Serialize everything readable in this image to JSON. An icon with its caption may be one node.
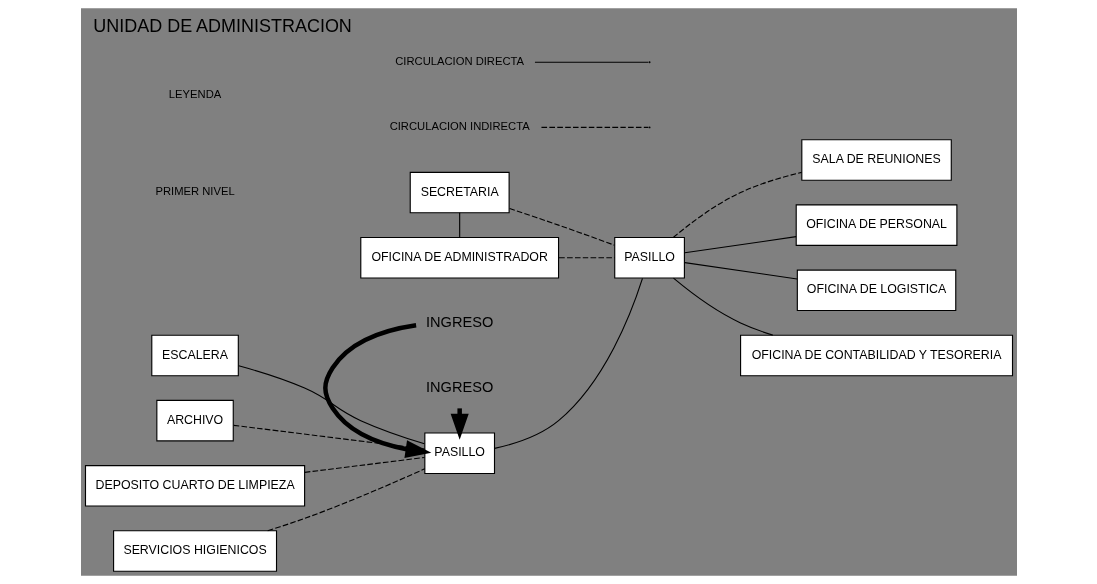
{
  "diagram": {
    "title": "UNIDAD DE ADMINISTRACION",
    "nodes": [
      {
        "text": [
          "ESCALERA"
        ]
      },
      {
        "text": [
          "ARCHIVO"
        ]
      },
      {
        "text": [
          "DEPOSITO CUARTO DE LIMPIEZA"
        ]
      },
      {
        "text": [
          "SERVICIOS HIGIENICOS"
        ]
      },
      {
        "text": [
          "PASILLO"
        ]
      },
      {
        "text": [
          "INGRESO"
        ]
      },
      {
        "text": [
          "INGRESO"
        ]
      },
      {
        "text": [
          "PASILLO"
        ]
      },
      {
        "text": [
          "SECRETARIA"
        ]
      },
      {
        "text": [
          "OFICINA DE ADMINISTRADOR"
        ]
      },
      {
        "text": [
          "SALA DE REUNIONES"
        ]
      },
      {
        "text": [
          "OFICINA DE PERSONAL"
        ]
      },
      {
        "text": [
          "OFICINA DE LOGISTICA"
        ]
      },
      {
        "text": [
          "OFICINA DE CONTABILIDAD Y TESORERIA"
        ]
      }
    ],
    "edges": [
      {
        "from": 0,
        "to": 4,
        "arrow": "none"
      },
      {
        "from": 1,
        "to": 4,
        "arrow": "none",
        "style": "dashed"
      },
      {
        "from": 2,
        "to": 4,
        "arrow": "none",
        "style": "dashed"
      },
      {
        "from": 3,
        "to": 4,
        "arrow": "none",
        "style": "dashed"
      },
      {
        "from": 5,
        "to": 4,
        "arrow": "to",
        "style": "thick"
      },
      {
        "from": 6,
        "to": 4,
        "arrow": "to",
        "style": "thick"
      },
      {
        "from": 4,
        "to": 7,
        "arrow": "none"
      },
      {
        "from": 8,
        "to": 9,
        "arrow": "none"
      },
      {
        "from": 8,
        "to": 7,
        "arrow": "none",
        "style": "dashed"
      },
      {
        "from": 9,
        "to": 7,
        "arrow": "none",
        "style": "dashed"
      },
      {
        "from": 7,
        "to": 10,
        "arrow": "none",
        "style": "dashed"
      },
      {
        "from": 7,
        "to": 11,
        "arrow": "none"
      },
      {
        "from": 7,
        "to": 12,
        "arrow": "none"
      },
      {
        "from": 7,
        "to": 13,
        "arrow": "none"
      }
    ],
    "labels": [
      "PRIMER NIVEL",
      "LEYENDA"
    ],
    "legend": [
      {
        "text": "CIRCULACION DIRECTA"
      },
      {
        "text": "CIRCULACION INDIRECTA"
      }
    ]
  }
}
